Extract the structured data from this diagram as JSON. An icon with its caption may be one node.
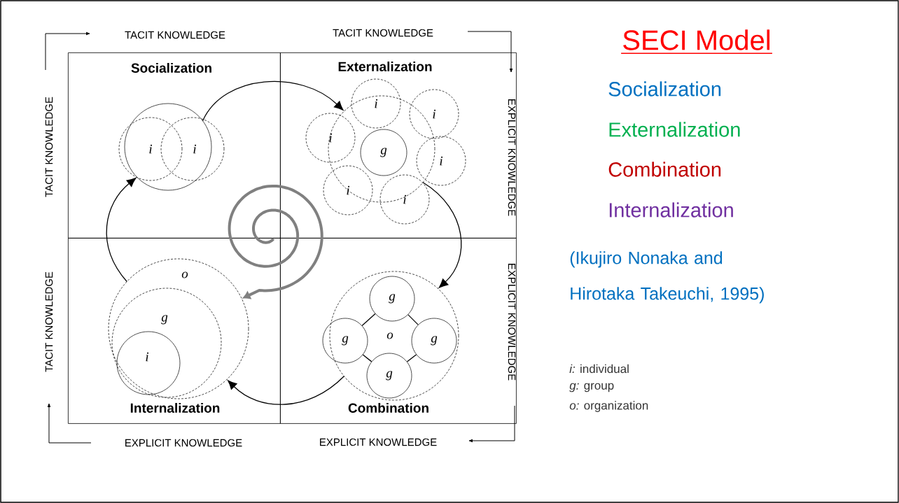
{
  "diagram": {
    "title": "SECI Model",
    "nodes": [
      {
        "text": [
          "Socialization"
        ]
      },
      {
        "text": [],
        "shape": "circle",
        "in": 0
      },
      {
        "text": [
          "i"
        ],
        "in": 0
      },
      {
        "text": [
          "i"
        ],
        "in": 0
      },
      {
        "text": [
          "Externalization"
        ]
      },
      {
        "text": [],
        "shape": "circle",
        "in": 4
      },
      {
        "text": [
          "g"
        ],
        "in": 5
      },
      {
        "text": [
          "i"
        ],
        "in": 4
      },
      {
        "text": [
          "i"
        ],
        "in": 4
      },
      {
        "text": [
          "i"
        ],
        "in": 4
      },
      {
        "text": [
          "i"
        ],
        "in": 4
      },
      {
        "text": [
          "i"
        ],
        "in": 4
      },
      {
        "text": [
          "i"
        ],
        "in": 4
      },
      {
        "text": [
          "Internalization"
        ]
      },
      {
        "text": [
          "o"
        ],
        "in": 13
      },
      {
        "text": [
          "g"
        ],
        "in": 14
      },
      {
        "text": [
          "i"
        ],
        "in": 15
      },
      {
        "text": [
          "Combination"
        ]
      },
      {
        "text": [
          "o"
        ],
        "in": 17
      },
      {
        "text": [
          "g"
        ],
        "in": 18
      },
      {
        "text": [
          "g"
        ],
        "in": 18
      },
      {
        "text": [
          "g"
        ],
        "in": 18
      },
      {
        "text": [
          "g"
        ],
        "in": 18
      }
    ],
    "edges": [
      {
        "from": 1,
        "to": 5,
        "arrow": "to"
      },
      {
        "from": 5,
        "to": 18,
        "arrow": "to"
      },
      {
        "from": 18,
        "to": 14,
        "arrow": "to"
      },
      {
        "from": 14,
        "to": 1,
        "arrow": "to"
      },
      {
        "from": 19,
        "to": 20,
        "arrow": "none"
      },
      {
        "from": 19,
        "to": 21,
        "arrow": "none"
      },
      {
        "from": 20,
        "to": 22,
        "arrow": "none"
      },
      {
        "from": 21,
        "to": 22,
        "arrow": "none"
      },
      {
        "from": null,
        "to": 14,
        "arrow": "to",
        "style": "thick",
        "color": "#808080"
      }
    ],
    "labels": [
      "TACIT KNOWLEDGE",
      "TACIT KNOWLEDGE",
      "Socialization",
      "Externalization",
      "Combination",
      "Internalization",
      "TACIT KNOWLEDGE",
      "EXPLICIT KNOWLEDGE",
      "(Ikujiro Nonaka and Hirotaka Takeuchi, 1995)",
      "TACIT KNOWLEDGE",
      "EXPLICIT KNOWLEDGE",
      "*i:* individual",
      "*g:* group",
      "*o:* organization",
      "EXPLICIT KNOWLEDGE",
      "EXPLICIT KNOWLEDGE"
    ]
  }
}
